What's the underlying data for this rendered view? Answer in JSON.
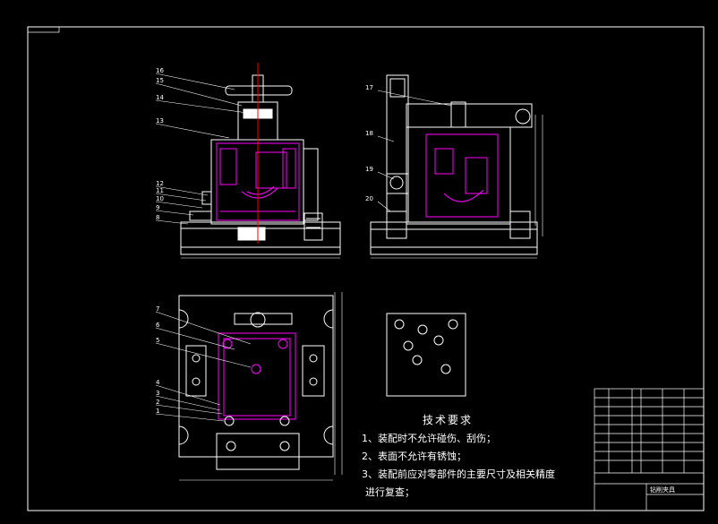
{
  "drawing": {
    "left_balloons": [
      "16",
      "15",
      "14",
      "13",
      "12",
      "11",
      "10",
      "9",
      "8"
    ],
    "right_balloons": [
      "17",
      "18",
      "19",
      "20"
    ],
    "plan_balloons": [
      "7",
      "6",
      "5",
      "4",
      "3",
      "2",
      "1"
    ]
  },
  "tech_requirements": {
    "title": "技术要求",
    "items": [
      "1、装配时不允许碰伤、刮伤；",
      "2、表面不允许有锈蚀；",
      "3、装配前应对零部件的主要尺寸及相关精度",
      "进行复查；"
    ]
  },
  "title_block": {
    "name": "钻削夹具"
  },
  "colors": {
    "outline": "#ffffff",
    "parts": "#ff00ff",
    "centerline": "#ff0000",
    "background": "#000000"
  }
}
